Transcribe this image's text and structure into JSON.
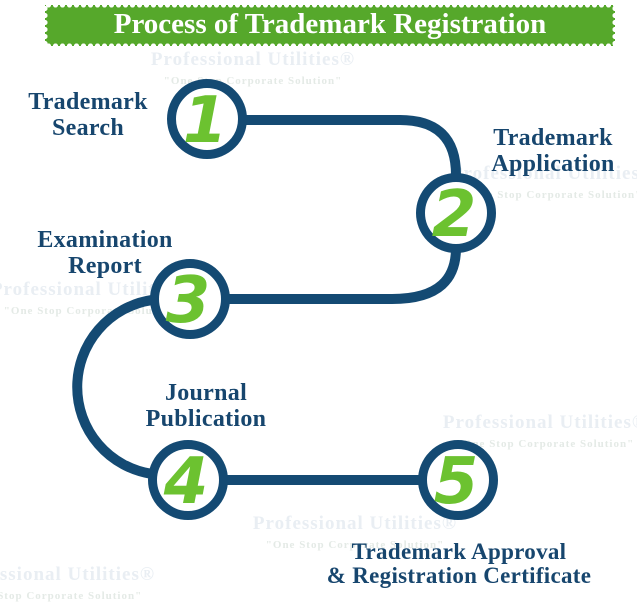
{
  "header": {
    "title": "Process of Trademark Registration"
  },
  "steps": [
    {
      "number": "1",
      "label_line1": "Trademark",
      "label_line2": "Search"
    },
    {
      "number": "2",
      "label_line1": "Trademark",
      "label_line2": "Application"
    },
    {
      "number": "3",
      "label_line1": "Examination",
      "label_line2": "Report"
    },
    {
      "number": "4",
      "label_line1": "Journal",
      "label_line2": "Publication"
    },
    {
      "number": "5",
      "label_line1": "Trademark Approval",
      "label_line2": "& Registration Certificate"
    }
  ],
  "watermark": {
    "text": "Professional  Utilities®",
    "tagline": "\"One Stop Corporate Solution\""
  },
  "colors": {
    "banner_green": "#56a82b",
    "number_green": "#6cc230",
    "navy": "#144a73",
    "label_navy": "#17466e",
    "watermark_light": "#e9eef3"
  }
}
